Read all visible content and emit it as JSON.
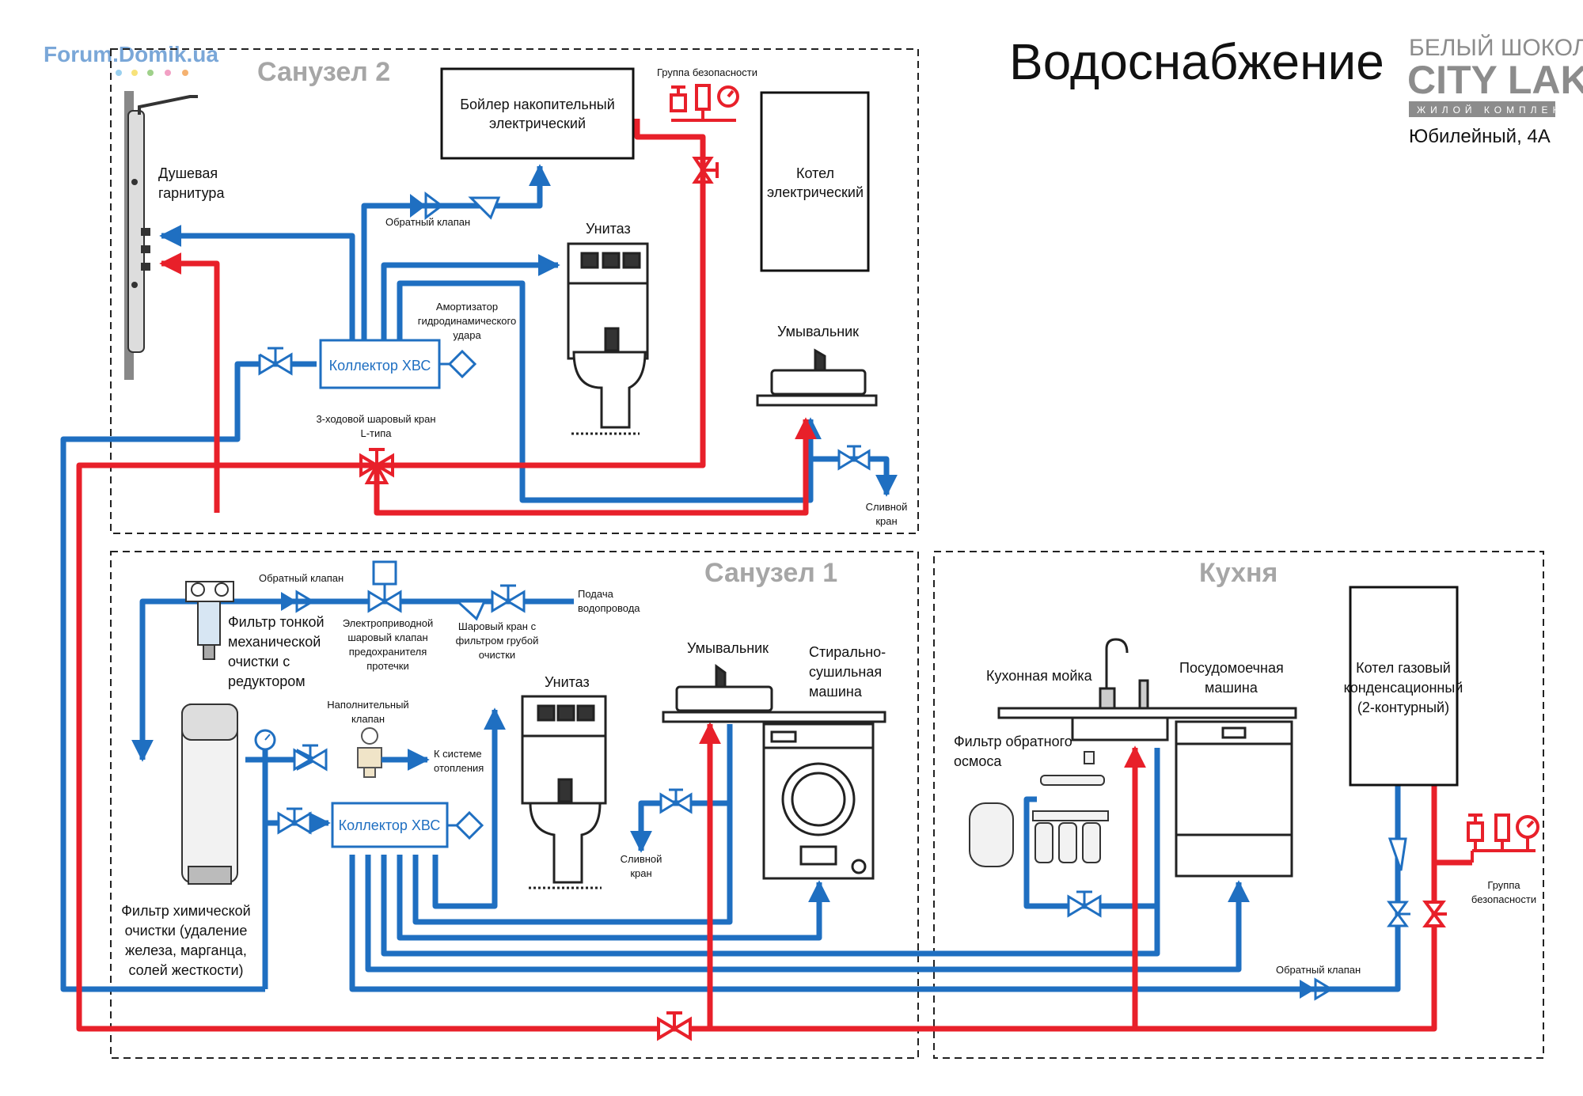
{
  "header": {
    "title": "Водоснабжение",
    "watermark": "Forum.Domik.ua",
    "brand_line1": "БЕЛЫЙ ШОКОЛАД",
    "brand_line2": "CITY LAKE",
    "brand_line3": "ЖИЛОЙ КОМПЛЕКС",
    "address": "Юбилейный, 4А"
  },
  "colors": {
    "cold": "#1f6fc1",
    "hot": "#e8202a",
    "room_title": "#a6a6a6",
    "frame": "#222222"
  },
  "rooms": {
    "bath2": "Санузел 2",
    "bath1": "Санузел 1",
    "kitchen": "Кухня"
  },
  "bath2": {
    "boiler_l1": "Бойлер накопительный",
    "boiler_l2": "электрический",
    "safety_group": "Группа безопасности",
    "kotel_l1": "Котел",
    "kotel_l2": "электрический",
    "shower_l1": "Душевая",
    "shower_l2": "гарнитура",
    "check_valve": "Обратный клапан",
    "toilet": "Унитаз",
    "damper_l1": "Амортизатор",
    "damper_l2": "гидродинамического",
    "damper_l3": "удара",
    "collector": "Коллектор ХВС",
    "sink": "Умывальник",
    "valve3_l1": "3-ходовой шаровый кран",
    "valve3_l2": "L-типа",
    "drain_l1": "Сливной",
    "drain_l2": "кран"
  },
  "bath1": {
    "check_valve": "Обратный клапан",
    "fine_filter_l1": "Фильтр тонкой",
    "fine_filter_l2": "механической",
    "fine_filter_l3": "очистки с",
    "fine_filter_l4": "редуктором",
    "electro_valve_l1": "Электроприводной",
    "electro_valve_l2": "шаровый клапан",
    "electro_valve_l3": "предохранителя",
    "electro_valve_l4": "протечки",
    "ball_valve_l1": "Шаровый кран с",
    "ball_valve_l2": "фильтром грубой",
    "ball_valve_l3": "очистки",
    "supply_l1": "Подача",
    "supply_l2": "водопровода",
    "fill_valve_l1": "Наполнительный",
    "fill_valve_l2": "клапан",
    "heating_l1": "К системе",
    "heating_l2": "отопления",
    "toilet": "Унитаз",
    "sink": "Умывальник",
    "washer_l1": "Стирально-",
    "washer_l2": "сушильная",
    "washer_l3": "машина",
    "collector": "Коллектор ХВС",
    "drain_l1": "Сливной",
    "drain_l2": "кран",
    "chem_filter_l1": "Фильтр химической",
    "chem_filter_l2": "очистки (удаление",
    "chem_filter_l3": "железа, марганца,",
    "chem_filter_l4": "солей жесткости)"
  },
  "kitchen": {
    "sink": "Кухонная мойка",
    "dishwasher_l1": "Посудомоечная",
    "dishwasher_l2": "машина",
    "ro_filter_l1": "Фильтр обратного",
    "ro_filter_l2": "осмоса",
    "gas_boiler_l1": "Котел газовый",
    "gas_boiler_l2": "конденсационный",
    "gas_boiler_l3": "(2-контурный)",
    "safety_group_l1": "Группа",
    "safety_group_l2": "безопасности",
    "check_valve": "Обратный клапан"
  }
}
